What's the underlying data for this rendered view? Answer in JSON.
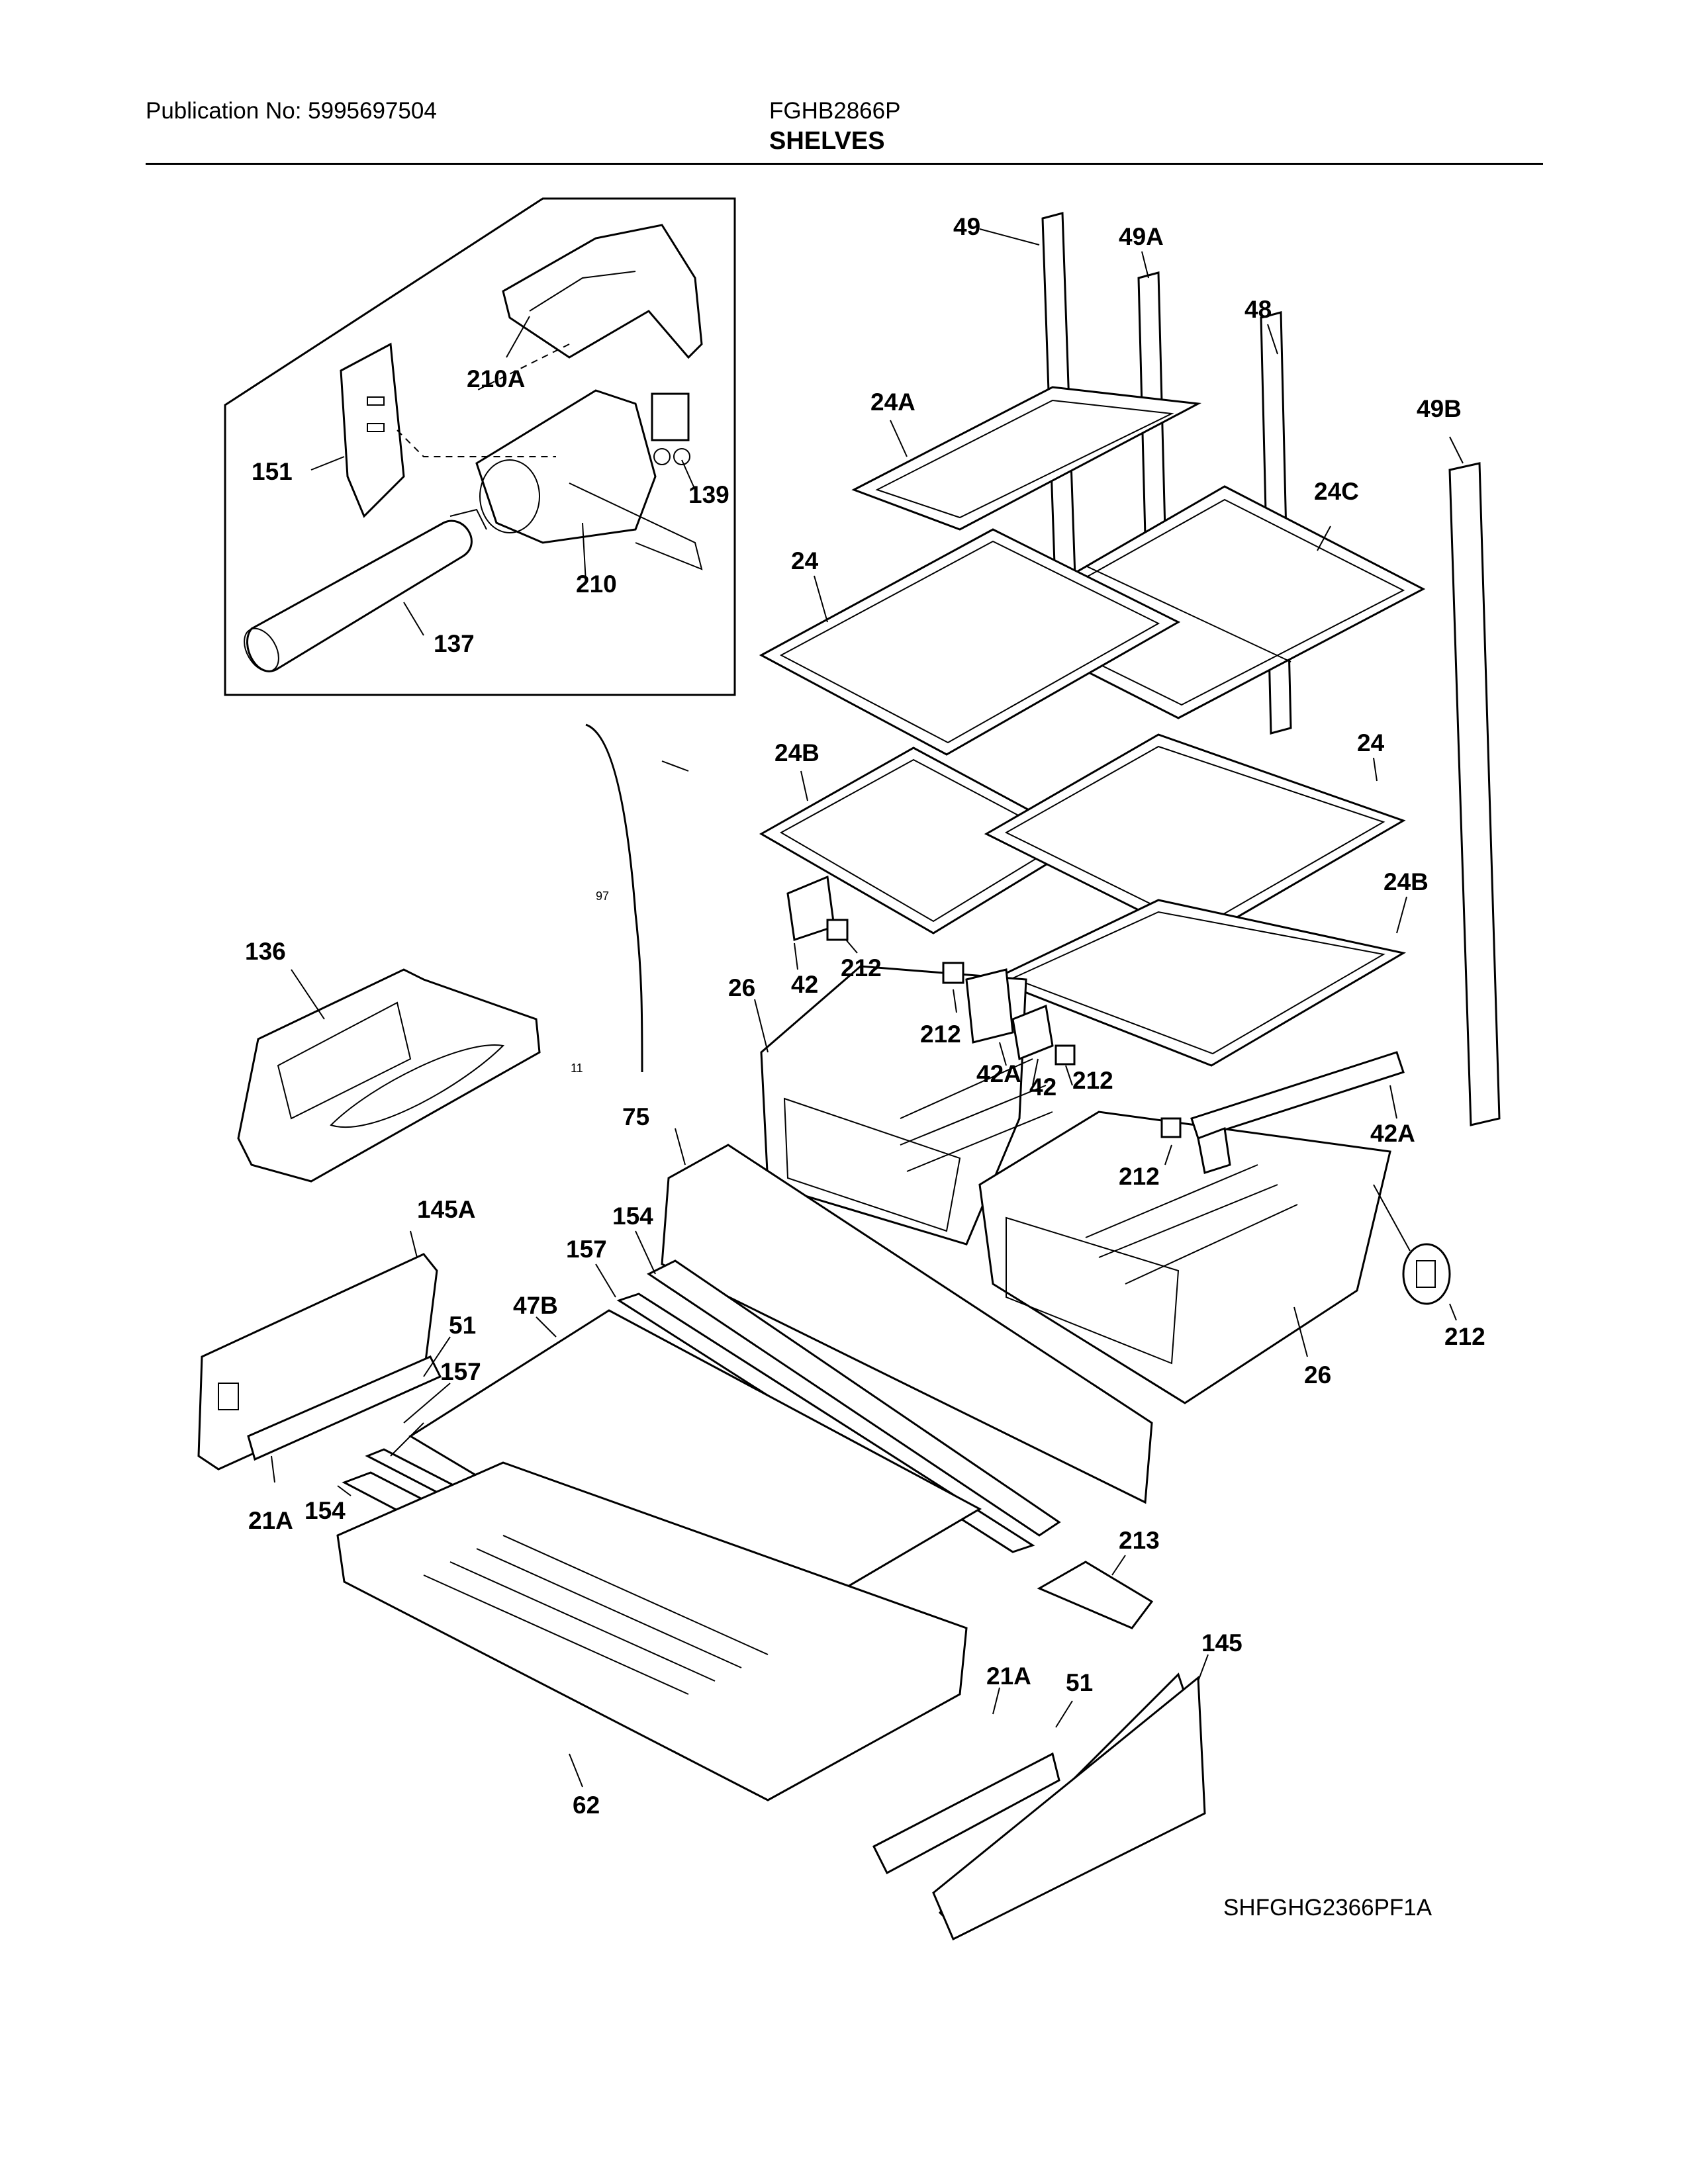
{
  "header": {
    "publication": "Publication No: 5995697504",
    "model": "FGHB2866P",
    "section": "SHELVES"
  },
  "figure_code": "SHFGHG2366PF1A",
  "callouts": {
    "c49": "49",
    "c49A": "49A",
    "c48": "48",
    "c49B": "49B",
    "c24A": "24A",
    "c24C": "24C",
    "c24a": "24",
    "c24b": "24",
    "c24B1": "24B",
    "c24B2": "24B",
    "c210A": "210A",
    "c151": "151",
    "c139": "139",
    "c210": "210",
    "c137": "137",
    "c97": "97",
    "c11": "11",
    "c136": "136",
    "c42a": "42",
    "c212a": "212",
    "c26a": "26",
    "c212b": "212",
    "c42A1": "42A",
    "c42b": "42",
    "c212c": "212",
    "c42A2": "42A",
    "c212d": "212",
    "c75": "75",
    "c145A": "145A",
    "c154a": "154",
    "c157a": "157",
    "c47B": "47B",
    "c51a": "51",
    "c157b": "157",
    "c21Aa": "21A",
    "c154b": "154",
    "c212e": "212",
    "c26b": "26",
    "c213": "213",
    "c145": "145",
    "c21Ab": "21A",
    "c51b": "51",
    "c62": "62"
  }
}
